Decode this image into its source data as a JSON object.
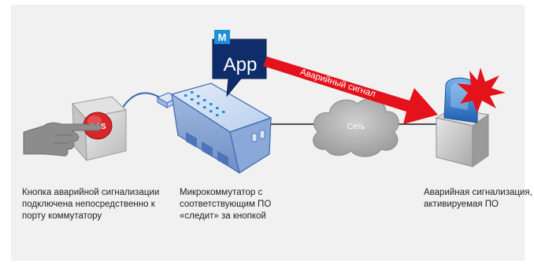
{
  "app_badge": {
    "letter": "M",
    "label": "App"
  },
  "alarm_arrow_label": "Аварийный сигнал",
  "cloud_label": "Сеть",
  "sos_label": "SOS",
  "captions": {
    "sos_button": [
      "Кнопка аварийной сигнализации",
      "подключена непосредственно к",
      "порту коммутатору"
    ],
    "switch": [
      "Микрокоммутатор с",
      "соответствующим ПО",
      "«следит» за кнопкой"
    ],
    "alarm": [
      "Аварийная сигнализация,",
      "активируемая ПО"
    ]
  },
  "colors": {
    "background": "#f1f1f1",
    "app_badge_dark": "#0f2d6b",
    "app_badge_letter_bg": "#1f8fd6",
    "alarm_arrow": "#e3121b",
    "switch_body": "#c7d8f0",
    "alarm_light": "#2f7fd0",
    "flash": "#e3121b",
    "sos_button": "#d8262a",
    "cloud": "#b3b3b3"
  }
}
